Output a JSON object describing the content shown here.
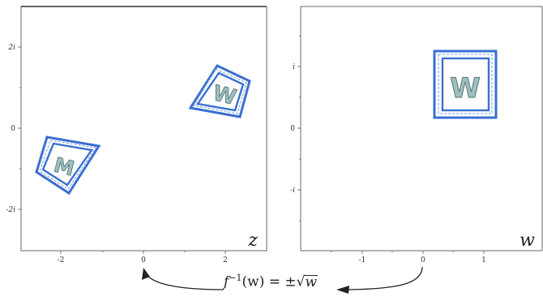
{
  "left_panel": {
    "plane_label": "z",
    "x_ticks": [
      "-2",
      "0",
      "2"
    ],
    "y_ticks": [
      "2i",
      "0",
      "-2i"
    ],
    "glyphs": [
      "W",
      "M"
    ]
  },
  "right_panel": {
    "plane_label": "w",
    "x_ticks": [
      "-1",
      "0",
      "1"
    ],
    "y_ticks": [
      "i",
      "0",
      "-i"
    ],
    "glyphs": [
      "W"
    ]
  },
  "formula": {
    "lhs": "f",
    "exponent": "−1",
    "arg": "(w) = ±",
    "sqrt_arg": "w"
  },
  "colors": {
    "frame_blue": "#3a6fd1",
    "glyph_fill": "#9dbfbf",
    "axis": "#444444"
  }
}
